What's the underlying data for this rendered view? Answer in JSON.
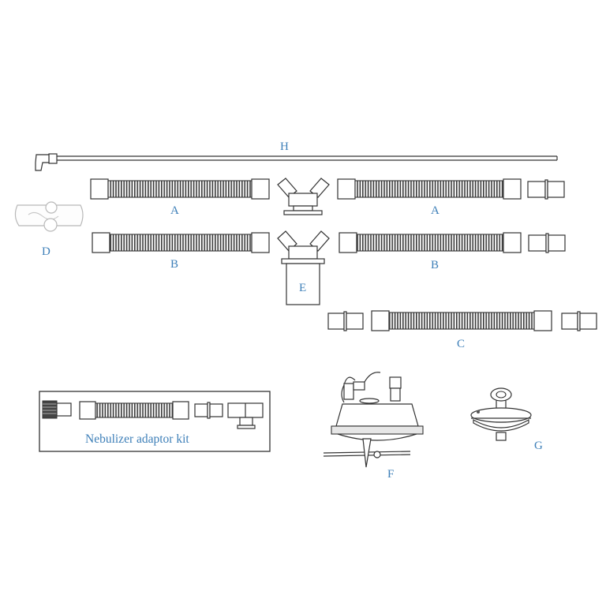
{
  "labels": {
    "h": "H",
    "a_left": "A",
    "a_right": "A",
    "b_left": "B",
    "b_right": "B",
    "c": "C",
    "d": "D",
    "e": "E",
    "f": "F",
    "g": "G"
  },
  "kit": {
    "caption": "Nebulizer adaptor kit"
  },
  "colors": {
    "label": "#3d7fb8",
    "line": "#333333"
  }
}
